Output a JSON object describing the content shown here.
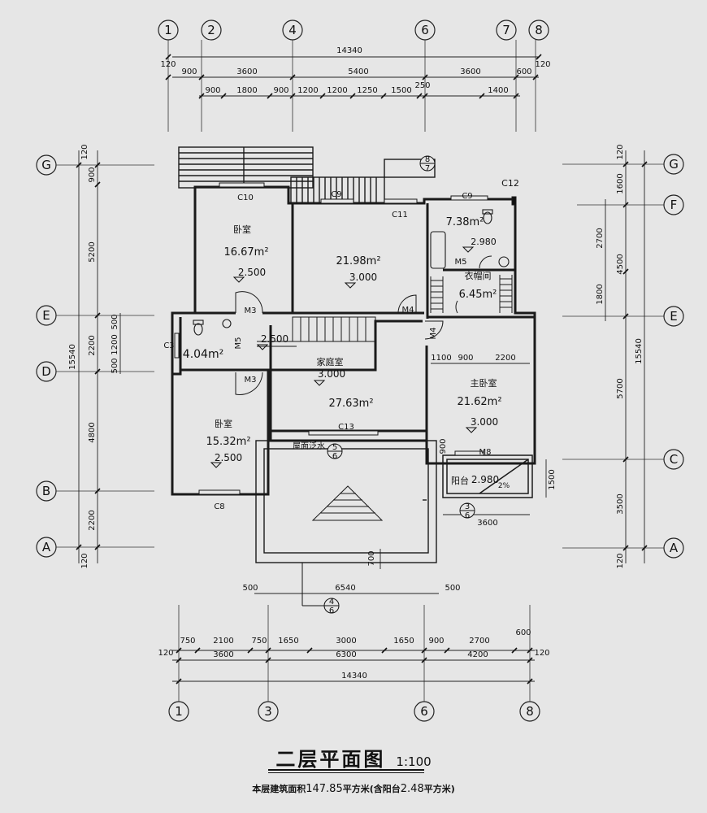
{
  "axes": {
    "top": [
      "1",
      "2",
      "4",
      "6",
      "7",
      "8"
    ],
    "bottom": [
      "1",
      "3",
      "6",
      "8"
    ],
    "left": [
      "G",
      "E",
      "D",
      "B",
      "A"
    ],
    "right": [
      "G",
      "F",
      "E",
      "C",
      "A"
    ]
  },
  "dims": {
    "top_total": "14340",
    "top_row2": [
      "120",
      "900",
      "3600",
      "5400",
      "3600",
      "600",
      "120"
    ],
    "top_row3": [
      "900",
      "1800",
      "900",
      "1200",
      "1200",
      "1250",
      "1500",
      "250",
      "1400"
    ],
    "bottom_row1": [
      "750",
      "2100",
      "750",
      "1650",
      "3000",
      "1650",
      "900",
      "2700",
      "600"
    ],
    "bottom_row2": [
      "120",
      "3600",
      "6300",
      "4200",
      "120"
    ],
    "bottom_total": "14340",
    "left_total": "15540",
    "left_chain": [
      "120",
      "900",
      "5200",
      "2200",
      "4800",
      "2200",
      "120"
    ],
    "left_inner": [
      "500",
      "1200",
      "500"
    ],
    "right_total": "15540",
    "right_chain": [
      "120",
      "1600",
      "2700",
      "1800",
      "5700",
      "3500",
      "120"
    ],
    "right_mid": "4500",
    "inner": [
      "1100",
      "900",
      "2200",
      "900",
      "3600",
      "1500",
      "700",
      "500",
      "6540",
      "500"
    ]
  },
  "rooms": [
    {
      "name": "卧室",
      "area": "16.67m²",
      "level": "2.500"
    },
    {
      "name": "",
      "area": "21.98m²",
      "level": "3.000"
    },
    {
      "name": "",
      "area": "7.38m²",
      "level": "2.980"
    },
    {
      "name": "衣帽间",
      "area": "6.45m²",
      "level": ""
    },
    {
      "name": "",
      "area": "4.04m²",
      "level": "2.500"
    },
    {
      "name": "家庭室",
      "area": "27.63m²",
      "level": "3.000"
    },
    {
      "name": "主卧室",
      "area": "21.62m²",
      "level": "3.000"
    },
    {
      "name": "卧室",
      "area": "15.32m²",
      "level": "2.500"
    },
    {
      "name": "阳台",
      "area": "",
      "level": "2.980"
    }
  ],
  "marks": {
    "windows": [
      "C10",
      "C9",
      "C11",
      "C9",
      "C12",
      "C3",
      "C13",
      "C8"
    ],
    "doors": [
      "M3",
      "M3",
      "M4",
      "M4",
      "M5",
      "M5",
      "M8"
    ],
    "roof_label": "屋面泛水",
    "slope": "2%"
  },
  "details": [
    {
      "num": "8",
      "den": "7"
    },
    {
      "num": "5",
      "den": "6"
    },
    {
      "num": "3",
      "den": "6"
    },
    {
      "num": "4",
      "den": "6"
    }
  ],
  "title": {
    "main": "二层平面图",
    "scale": "1:100",
    "note_prefix": "本层建筑面积",
    "note_area": "147.85",
    "note_mid": "平方米(含阳台",
    "note_balcony": "2.48",
    "note_suffix": "平方米)"
  },
  "colors": {
    "line": "#1a1a1a",
    "background": "#e6e6e6"
  }
}
